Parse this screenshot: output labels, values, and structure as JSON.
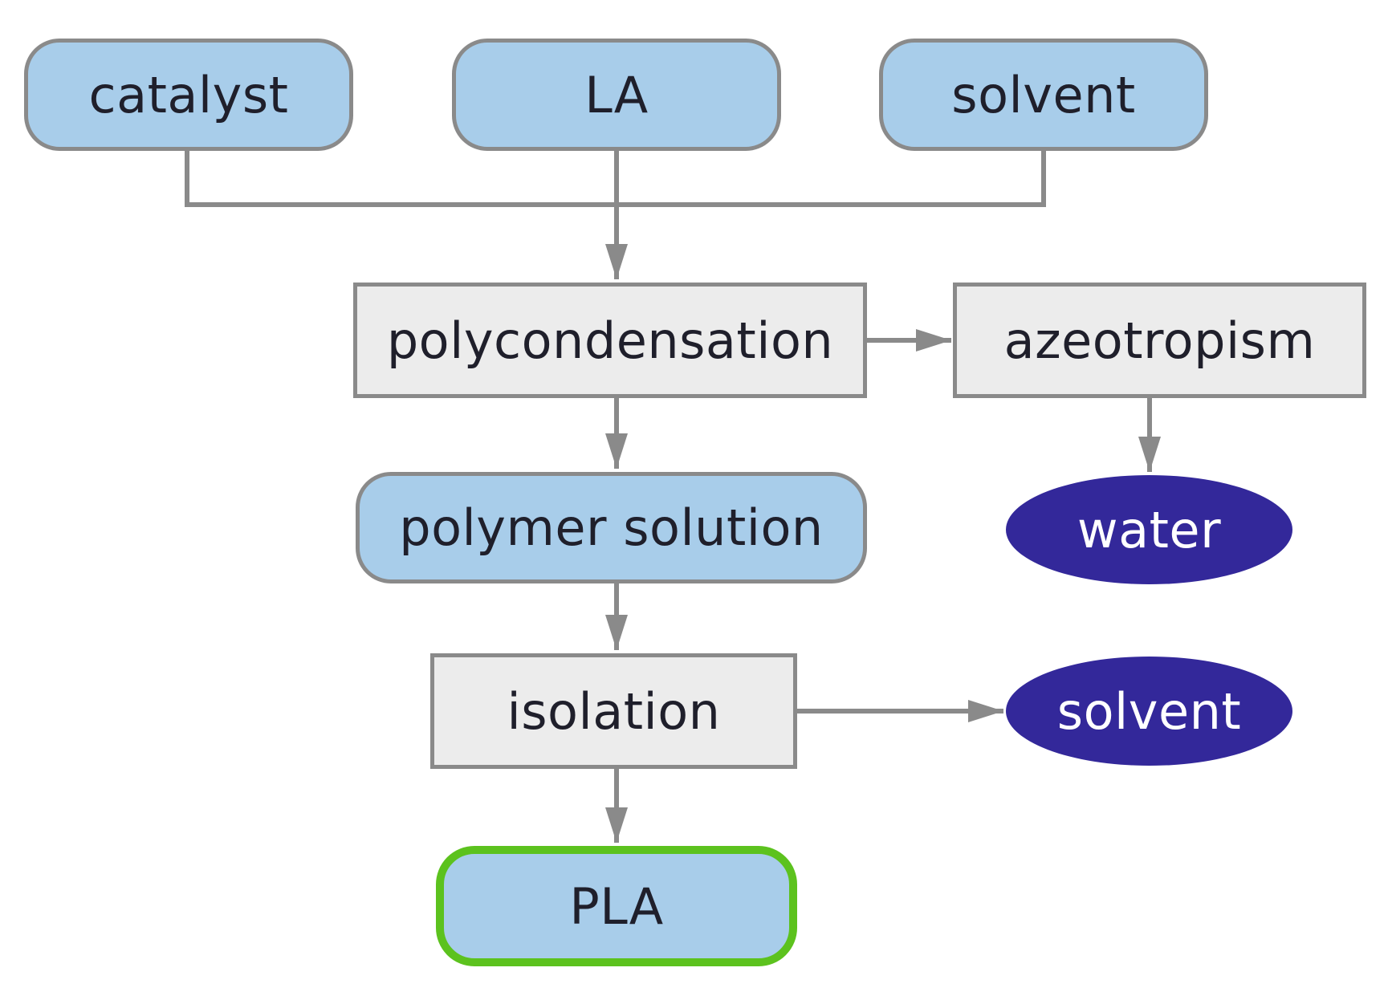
{
  "colors": {
    "input_fill": "#a8cdea",
    "process_fill": "#ececec",
    "border": "#8a8a8a",
    "byproduct_fill": "#33289a",
    "product_border": "#5cc21e",
    "arrow": "#8a8a8a"
  },
  "nodes": {
    "catalyst": "catalyst",
    "la": "LA",
    "solvent_input": "solvent",
    "polycondensation": "polycondensation",
    "azeotropism": "azeotropism",
    "polymer_solution": "polymer solution",
    "water": "water",
    "isolation": "isolation",
    "solvent_output": "solvent",
    "pla": "PLA"
  }
}
